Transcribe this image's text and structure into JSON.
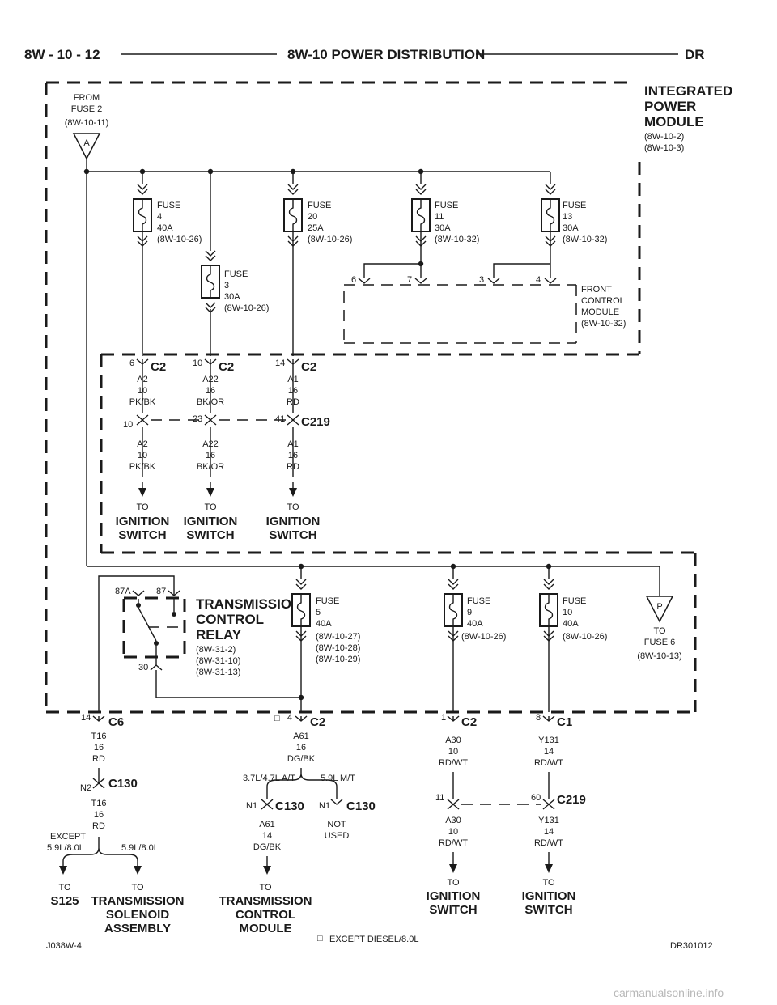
{
  "header": {
    "page_number": "8W - 10 - 12",
    "title": "8W-10 POWER DISTRIBUTION",
    "vehicle": "DR"
  },
  "ipm": {
    "title_lines": [
      "INTEGRATED",
      "POWER",
      "MODULE"
    ],
    "refs": [
      "(8W-10-2)",
      "(8W-10-3)"
    ]
  },
  "source_a": {
    "lines": [
      "FROM",
      "FUSE 2",
      "(8W-10-11)"
    ],
    "letter": "A"
  },
  "fuses_top": [
    {
      "id": "fuse4",
      "lines": [
        "FUSE",
        "4",
        "40A",
        "(8W-10-26)"
      ]
    },
    {
      "id": "fuse3",
      "lines": [
        "FUSE",
        "3",
        "30A",
        "(8W-10-26)"
      ]
    },
    {
      "id": "fuse20",
      "lines": [
        "FUSE",
        "20",
        "25A",
        "(8W-10-26)"
      ]
    },
    {
      "id": "fuse11",
      "lines": [
        "FUSE",
        "11",
        "30A",
        "(8W-10-32)"
      ]
    },
    {
      "id": "fuse13",
      "lines": [
        "FUSE",
        "13",
        "30A",
        "(8W-10-32)"
      ]
    }
  ],
  "fcm": {
    "lines": [
      "FRONT",
      "CONTROL",
      "MODULE",
      "(8W-10-32)"
    ],
    "pins": [
      "6",
      "7",
      "3",
      "4"
    ]
  },
  "c2_top": {
    "label": "C2",
    "pins": [
      "6",
      "10",
      "14"
    ]
  },
  "c219_top": {
    "label": "C219",
    "pins": [
      "10",
      "23",
      "41"
    ]
  },
  "wires_top_upper": [
    {
      "lines": [
        "A2",
        "10",
        "PK/BK"
      ]
    },
    {
      "lines": [
        "A22",
        "16",
        "BK/OR"
      ]
    },
    {
      "lines": [
        "A1",
        "16",
        "RD"
      ]
    }
  ],
  "wires_top_lower": [
    {
      "lines": [
        "A2",
        "10",
        "PK/BK"
      ]
    },
    {
      "lines": [
        "A22",
        "16",
        "BK/OR"
      ]
    },
    {
      "lines": [
        "A1",
        "16",
        "RD"
      ]
    }
  ],
  "to_ignition": {
    "to": "TO",
    "lines": [
      "IGNITION",
      "SWITCH"
    ]
  },
  "relay": {
    "title_lines": [
      "TRANSMISSION",
      "CONTROL",
      "RELAY"
    ],
    "refs": [
      "(8W-31-2)",
      "(8W-31-10)",
      "(8W-31-13)"
    ],
    "pins": [
      "87A",
      "87",
      "30"
    ]
  },
  "fuses_bottom": [
    {
      "id": "fuse5",
      "lines": [
        "FUSE",
        "5",
        "40A",
        "(8W-10-27)",
        "(8W-10-28)",
        "(8W-10-29)"
      ]
    },
    {
      "id": "fuse9",
      "lines": [
        "FUSE",
        "9",
        "40A",
        "(8W-10-26)"
      ]
    },
    {
      "id": "fuse10",
      "lines": [
        "FUSE",
        "10",
        "40A",
        "(8W-10-26)"
      ]
    }
  ],
  "source_p": {
    "letter": "P",
    "lines": [
      "TO",
      "FUSE 6",
      "(8W-10-13)"
    ]
  },
  "bottom_connectors": {
    "c6": {
      "pin": "14",
      "label": "C6"
    },
    "c2_mid": {
      "marker": "□",
      "pin": "4",
      "label": "C2"
    },
    "c2_right": {
      "pin": "1",
      "label": "C2"
    },
    "c1": {
      "pin": "8",
      "label": "C1"
    },
    "c130_left": {
      "pin": "N2",
      "label": "C130"
    },
    "c130_mid": {
      "pin": "N1",
      "label": "C130"
    },
    "c130_notused": {
      "pin": "N1",
      "label": "C130"
    },
    "c219_bottom": {
      "label": "C219",
      "pins": [
        "11",
        "60"
      ]
    }
  },
  "wires_bottom": {
    "t16_a": [
      "T16",
      "16",
      "RD"
    ],
    "t16_b": [
      "T16",
      "16",
      "RD"
    ],
    "a61_a": [
      "A61",
      "16",
      "DG/BK"
    ],
    "a61_b": [
      "A61",
      "14",
      "DG/BK"
    ],
    "a30_a": [
      "A30",
      "10",
      "RD/WT"
    ],
    "a30_b": [
      "A30",
      "10",
      "RD/WT"
    ],
    "y131_a": [
      "Y131",
      "14",
      "RD/WT"
    ],
    "y131_b": [
      "Y131",
      "14",
      "RD/WT"
    ],
    "not_used": [
      "NOT",
      "USED"
    ]
  },
  "splits": {
    "at_label": "3.7L/4.7L A/T",
    "mt_label": "5.9L M/T",
    "except_lines": [
      "EXCEPT",
      "5.9L/8.0L"
    ],
    "five_nine": "5.9L/8.0L"
  },
  "destinations": {
    "s125": {
      "to": "TO",
      "lines": [
        "S125"
      ]
    },
    "tsa": {
      "to": "TO",
      "lines": [
        "TRANSMISSION",
        "SOLENOID",
        "ASSEMBLY"
      ]
    },
    "tcm": {
      "to": "TO",
      "lines": [
        "TRANSMISSION",
        "CONTROL",
        "MODULE"
      ]
    },
    "ign_left": {
      "to": "TO",
      "lines": [
        "IGNITION",
        "SWITCH"
      ]
    },
    "ign_right": {
      "to": "TO",
      "lines": [
        "IGNITION",
        "SWITCH"
      ]
    }
  },
  "footer": {
    "left_code": "J038W-4",
    "note": "EXCEPT DIESEL/8.0L",
    "note_marker": "□",
    "right_code": "DR301012"
  },
  "watermark": "carmanualsonline.info"
}
